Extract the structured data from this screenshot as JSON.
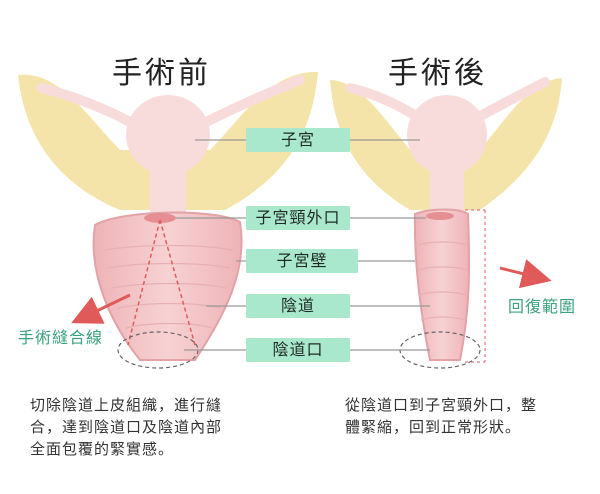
{
  "headings": {
    "before": "手術前",
    "after": "手術後"
  },
  "labels": {
    "uterus": "子宮",
    "cervix_os": "子宮頸外口",
    "uterine_wall": "子宮壁",
    "vagina": "陰道",
    "vaginal_opening": "陰道口"
  },
  "side_labels": {
    "suture_line": "手術縫合線",
    "recovery_range": "回復範圍"
  },
  "captions": {
    "before": [
      "切除陰道上皮組織，進行縫",
      "合，達到陰道口及陰道內部",
      "全面包覆的緊實感。"
    ],
    "after": [
      "從陰道口到子宮頸外口，整",
      "體緊縮，回到正常形狀。"
    ]
  },
  "colors": {
    "pill": "#a9e8cd",
    "tissue": "#f3c6c8",
    "tissue_edge": "#e2a2a6",
    "pelvis": "#f5e4a9",
    "uterus_body": "#f8dcdc",
    "arrow": "#e05a5a",
    "side_label": "#3aa27c"
  }
}
